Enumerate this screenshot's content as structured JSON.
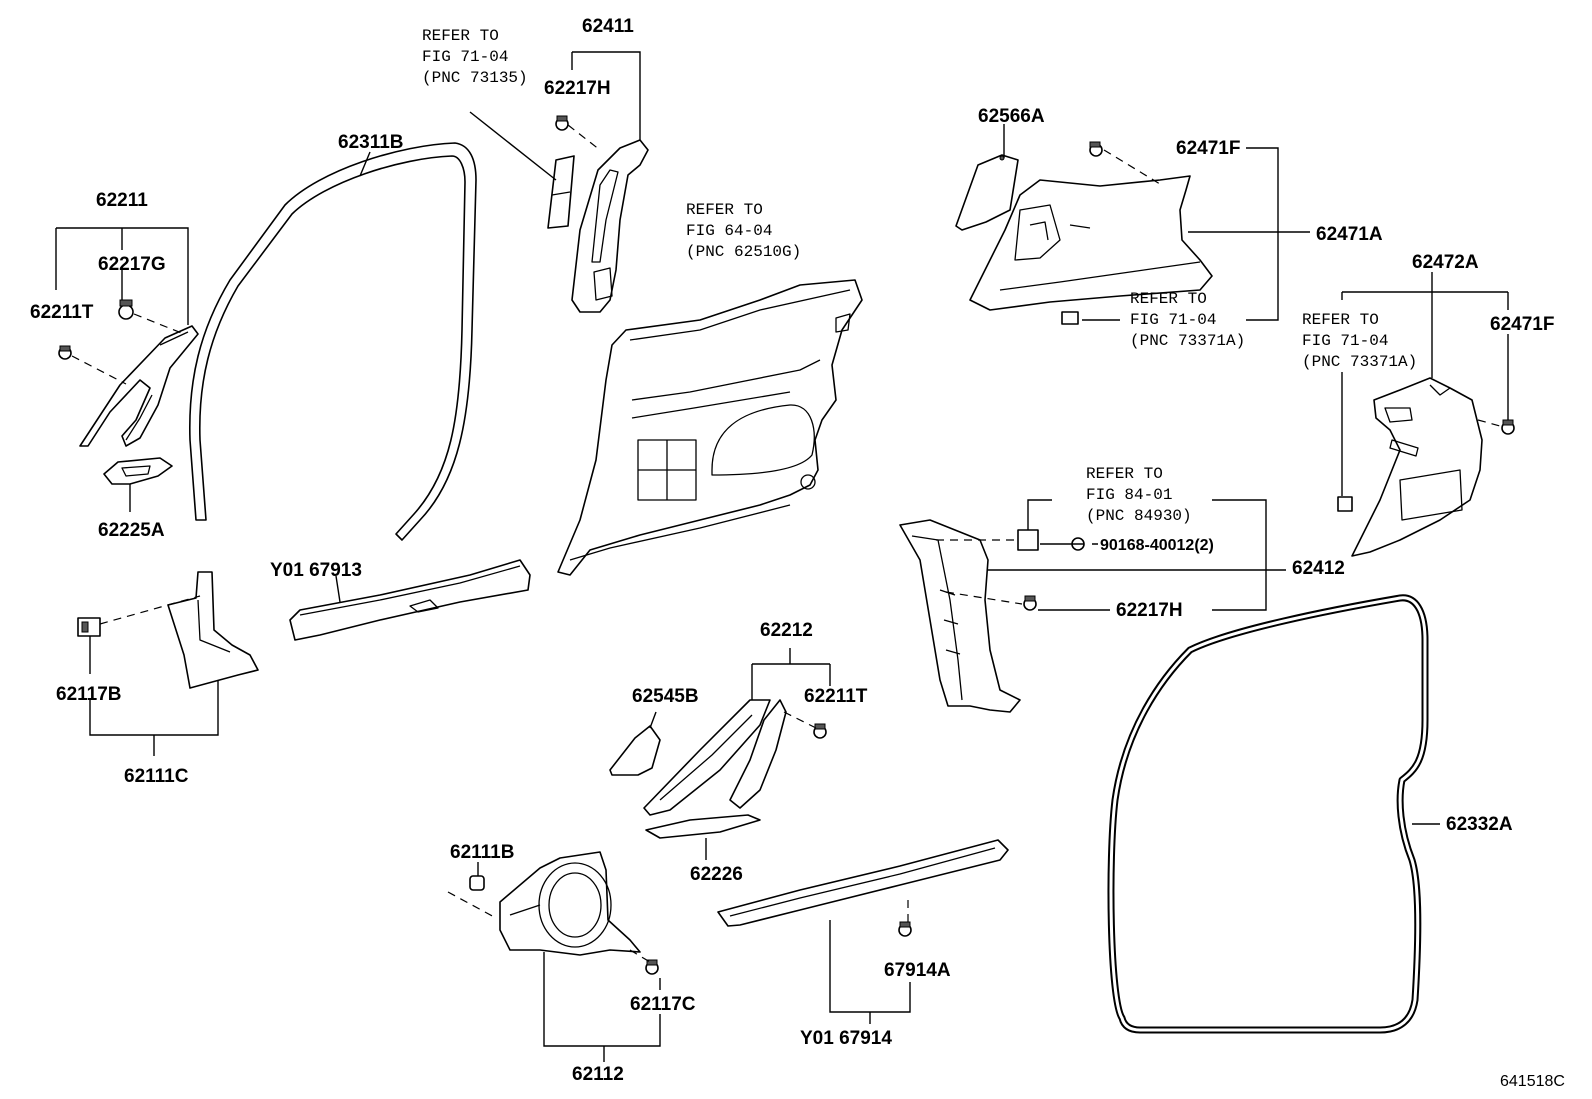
{
  "labels": {
    "p62411": "62411",
    "p62217H_top": "62217H",
    "p62311B": "62311B",
    "p62211": "62211",
    "p62217G": "62217G",
    "p62211T_left": "62211T",
    "p62225A": "62225A",
    "p62566A": "62566A",
    "p62471F_top": "62471F",
    "p62471A": "62471A",
    "p62472A": "62472A",
    "p62471F_right": "62471F",
    "pY01_67913": "Y01 67913",
    "p62117B": "62117B",
    "p62111C": "62111C",
    "p62412": "62412",
    "p90168": "90168-40012(2)",
    "p62217H_mid": "62217H",
    "p62212": "62212",
    "p62545B": "62545B",
    "p62211T_mid": "62211T",
    "p62226": "62226",
    "p62111B": "62111B",
    "p62117C": "62117C",
    "p62112": "62112",
    "p67914A": "67914A",
    "pY01_67914": "Y01 67914",
    "p62332A": "62332A",
    "figure_code": "641518C"
  },
  "refs": {
    "r1": [
      "REFER TO",
      "FIG 71-04",
      "(PNC 73135)"
    ],
    "r2": [
      "REFER TO",
      "FIG 64-04",
      "(PNC 62510G)"
    ],
    "r3": [
      "REFER TO",
      "FIG 71-04",
      "(PNC 73371A)"
    ],
    "r4": [
      "REFER TO",
      "FIG 71-04",
      "(PNC 73371A)"
    ],
    "r5": [
      "REFER TO",
      "FIG 84-01",
      "(PNC 84930)"
    ]
  }
}
